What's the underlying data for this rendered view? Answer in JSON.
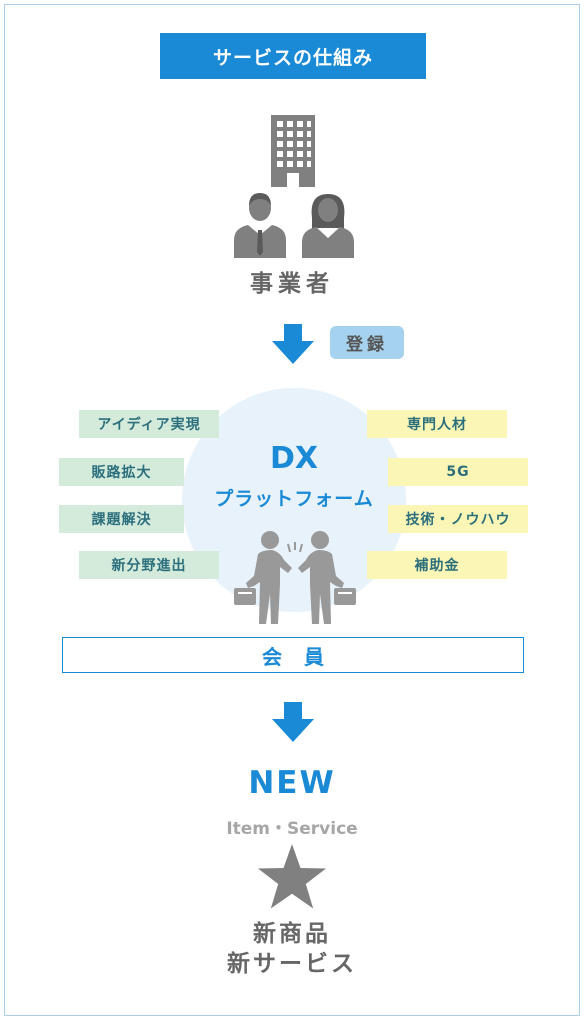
{
  "title": "サービスの仕組み",
  "business": {
    "label": "事業者",
    "icons": [
      "building-icon",
      "businessman-icon",
      "businesswoman-icon"
    ]
  },
  "register_label": "登録",
  "platform": {
    "dx": "DX",
    "name": "プラットフォーム",
    "icon": "handshake-icon"
  },
  "left_tags": [
    "アイディア実現",
    "販路拡大",
    "課題解決",
    "新分野進出"
  ],
  "right_tags": [
    "専門人材",
    "5G",
    "技術・ノウハウ",
    "補助金"
  ],
  "member_label": "会員",
  "new": {
    "label": "NEW",
    "sub": "Item・Service",
    "icon": "star-icon",
    "result_line1": "新商品",
    "result_line2": "新サービス"
  },
  "colors": {
    "primary_blue": "#1a8ad6",
    "light_blue": "#a5d2ef",
    "circle_bg": "#e7f2fb",
    "tag_green": "#d4ebdc",
    "tag_yellow": "#fbf6b5",
    "icon_gray": "#808080",
    "text_gray": "#666666"
  }
}
